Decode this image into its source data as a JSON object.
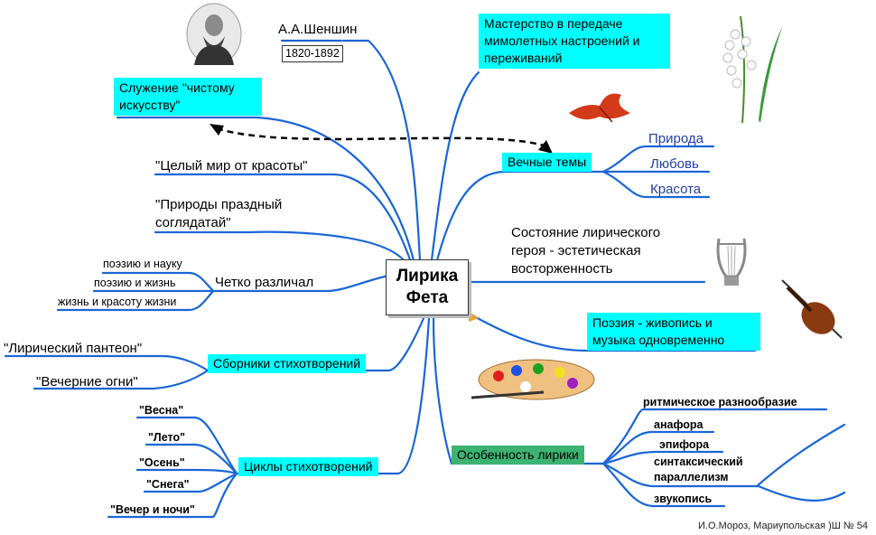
{
  "center": {
    "line1": "Лирика",
    "line2": "Фета"
  },
  "author": {
    "name": "А.А.Шеншин",
    "years": "1820-1892"
  },
  "mastery": {
    "line1": "Мастерство в передаче",
    "line2": "мимолетных настроений и",
    "line3": "переживаний"
  },
  "service": {
    "line1": "Служение \"чистому",
    "line2": "искусству\""
  },
  "world_beauty": "\"Целый мир от красоты\"",
  "nature_watcher": {
    "line1": "\"Природы праздный",
    "line2": "соглядатай\""
  },
  "distinguished": {
    "label": "Четко различал",
    "items": [
      "поэзию и науку",
      "поэзию и жизнь",
      "жизнь и красоту жизни"
    ]
  },
  "collections": {
    "label": "Сборники стихотворений",
    "items": [
      "\"Лирический пантеон\"",
      "\"Вечерние огни\""
    ]
  },
  "cycles": {
    "label": "Циклы стихотворений",
    "items": [
      "\"Весна\"",
      "\"Лето\"",
      "\"Осень\"",
      "\"Снега\"",
      "\"Вечер и ночи\""
    ]
  },
  "eternal": {
    "label": "Вечные темы",
    "items": [
      "Природа",
      "Любовь",
      "Красота"
    ]
  },
  "state": {
    "line1": "Состояние лирического",
    "line2": "героя - эстетическая",
    "line3": "восторженность"
  },
  "poetry": {
    "line1": "Поэзия - живопись и",
    "line2": "музыка одновременно"
  },
  "features": {
    "label": "Особенность лирики",
    "items": [
      "ритмическое разнообразие",
      "анафора",
      "эпифора",
      "синтаксический",
      "параллелизм",
      "звукопись"
    ]
  },
  "credit": "И.О.Мороз, Мариупольская )Ш № 54",
  "colors": {
    "branch": "#1a66d6",
    "cyan": "#00ffff",
    "green": "#3cb371"
  }
}
